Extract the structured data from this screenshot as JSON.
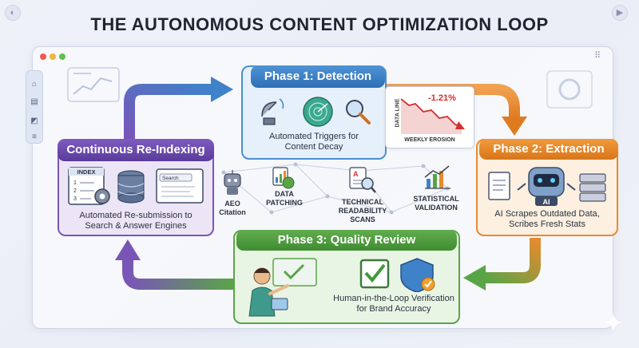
{
  "title": "THE AUTONOMOUS CONTENT OPTIMIZATION LOOP",
  "phase1": {
    "title": "Phase 1: Detection",
    "description_line1": "Automated Triggers for",
    "description_line2": "Content Decay"
  },
  "erosion": {
    "percent": "-1.21%",
    "side_label": "DATA LINE",
    "caption": "WEEKLY EROSION"
  },
  "phase2": {
    "title": "Phase 2: Extraction",
    "description_line1": "AI Scrapes Outdated Data,",
    "description_line2": "Scribes Fresh Stats",
    "ai_label": "AI"
  },
  "phase3": {
    "title": "Phase 3: Quality Review",
    "description_line1": "Human-in-the-Loop Verification",
    "description_line2": "for Brand Accuracy"
  },
  "reindex": {
    "title": "Continuous Re-Indexing",
    "description_line1": "Automated Re-submission to",
    "description_line2": "Search & Answer Engines",
    "index_label": "INDEX",
    "index_items": [
      "1",
      "2",
      "3"
    ],
    "search_label": "Search"
  },
  "center_labels": {
    "aeo_line1": "AEO",
    "aeo_line2": "Citation",
    "data_line1": "DATA",
    "data_line2": "PATCHING",
    "tech_line1": "TECHNICAL",
    "tech_line2": "READABILITY",
    "tech_line3": "SCANS",
    "stat_line1": "STATISTICAL",
    "stat_line2": "VALIDATION"
  },
  "colors": {
    "detection": "#3f82c9",
    "extraction": "#e88a2d",
    "quality": "#5aa448",
    "reindex": "#7a55b8"
  }
}
